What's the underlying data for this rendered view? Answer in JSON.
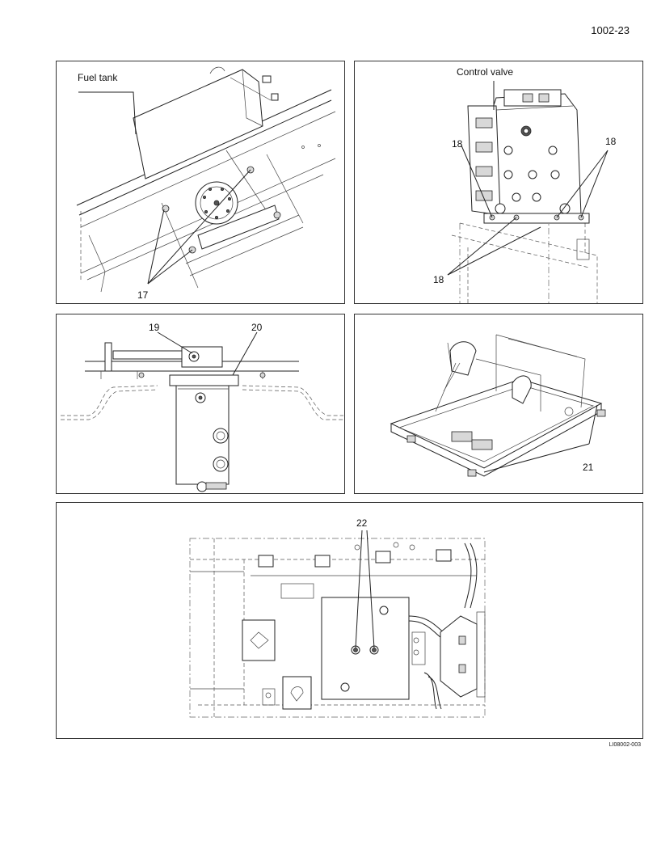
{
  "page_number": "1002-23",
  "figure_id": "LI08002-003",
  "panels": {
    "fuel_tank": {
      "title": "Fuel tank",
      "callout": "17"
    },
    "control_valve": {
      "title": "Control valve",
      "callouts": [
        "18",
        "18",
        "18"
      ]
    },
    "valve_section": {
      "callouts": [
        "19",
        "20"
      ]
    },
    "platform": {
      "callout": "21"
    },
    "plate": {
      "callout": "22"
    }
  }
}
